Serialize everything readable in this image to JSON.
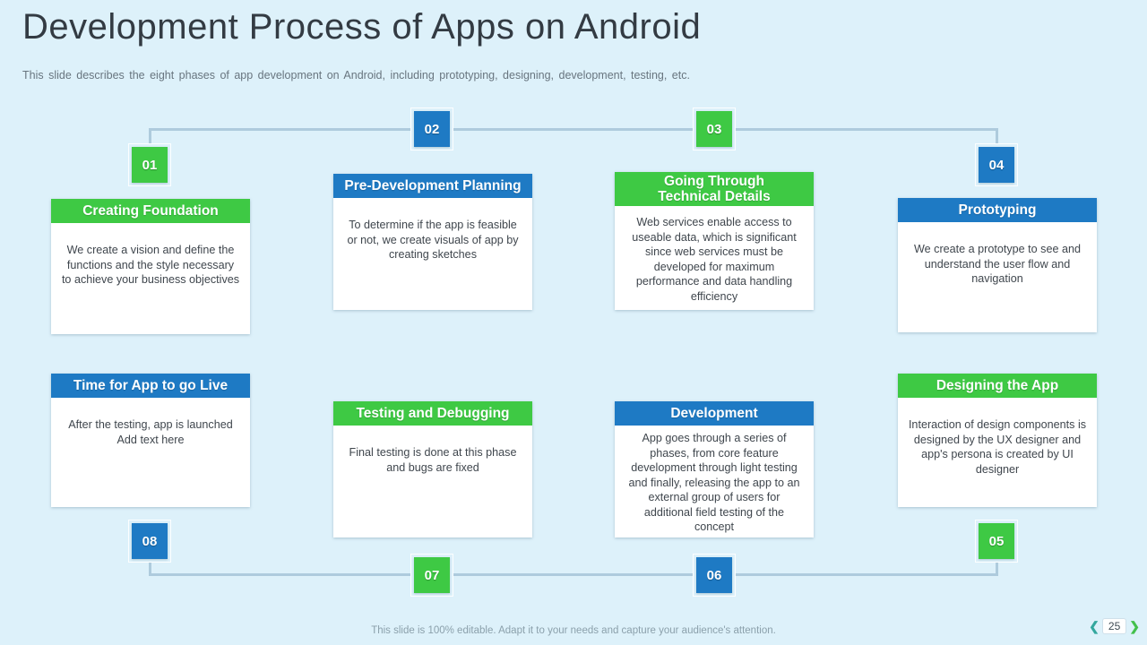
{
  "header": {
    "title": "Development Process of Apps on Android",
    "subtitle": "This slide describes the eight phases of app development on Android, including prototyping, designing, development, testing, etc."
  },
  "colors": {
    "background": "#ddf1fa",
    "green": "#3ec944",
    "blue": "#1e7ac4",
    "connector": "#aecbdd"
  },
  "badges": [
    "01",
    "02",
    "03",
    "04",
    "05",
    "06",
    "07",
    "08"
  ],
  "cards": [
    {
      "title": "Creating Foundation",
      "color": "green",
      "body": "We create a vision and define the functions and the style necessary to achieve your business objectives"
    },
    {
      "title": "Pre-Development Planning",
      "color": "blue",
      "body": "To determine if the app is feasible or not, we create visuals of app by creating sketches"
    },
    {
      "title": "Going Through\nTechnical Details",
      "color": "green",
      "body": "Web services enable access to useable data, which is significant since web services must be developed for maximum performance and data handling efficiency"
    },
    {
      "title": "Prototyping",
      "color": "blue",
      "body": "We create a prototype to see and understand the user flow and navigation"
    },
    {
      "title": "Designing the App",
      "color": "green",
      "body": "Interaction of design components is designed by the UX designer and app's persona is created by UI designer"
    },
    {
      "title": "Development",
      "color": "blue",
      "body": "App goes through a series of phases, from core feature development through light testing and finally, releasing the app to an external group of users for additional field testing of the concept"
    },
    {
      "title": "Testing and Debugging",
      "color": "green",
      "body": "Final testing is done at this phase and bugs are fixed"
    },
    {
      "title": "Time for App to go Live",
      "color": "blue",
      "body": "After the testing, app is launched",
      "body2": "Add text here"
    }
  ],
  "footer": {
    "note": "This slide is 100% editable. Adapt it to your needs and capture your audience's attention.",
    "page": "25",
    "prev_icon": "❮",
    "next_icon": "❯"
  }
}
